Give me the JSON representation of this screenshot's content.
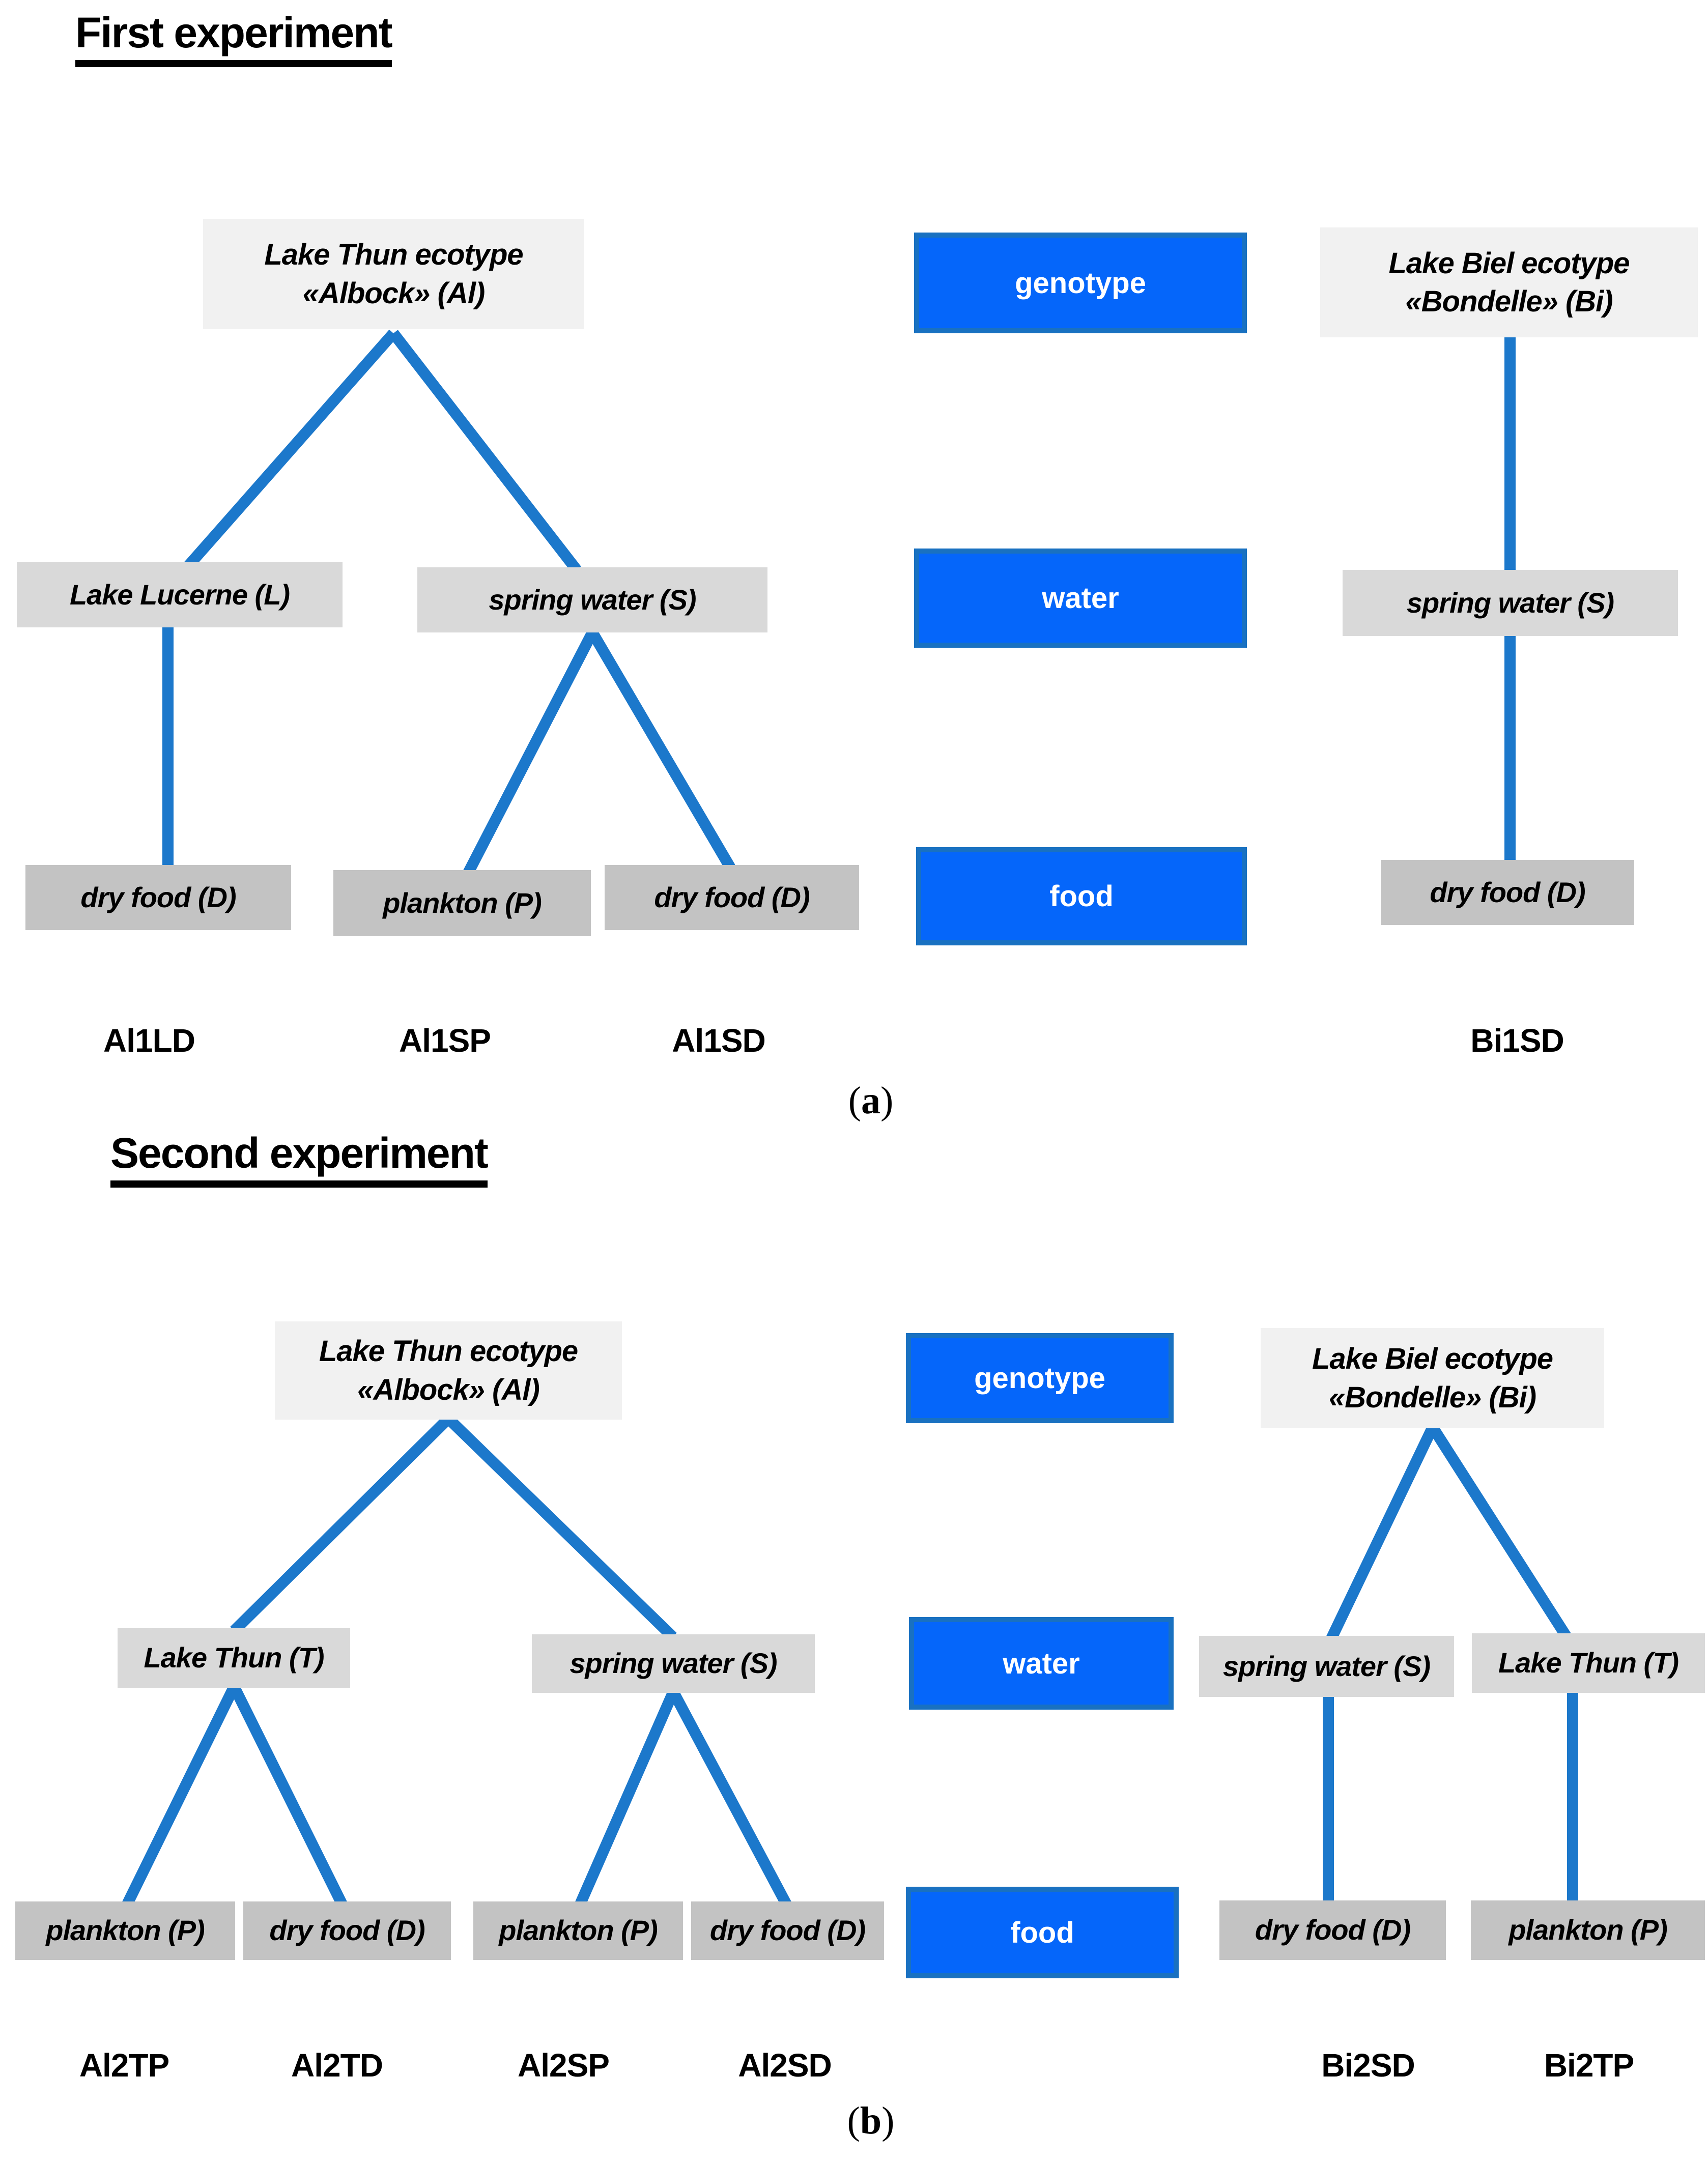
{
  "page": {
    "experiment1": {
      "heading": "First experiment",
      "caption": {
        "open": "(",
        "letter": "a",
        "close": ")"
      },
      "legend": {
        "genotype": "genotype",
        "water": "water",
        "food": "food"
      },
      "al_tree": {
        "root": "Lake Thun ecotype «Albock» (Al)",
        "water_left": "Lake Lucerne (L)",
        "water_right": "spring water (S)",
        "food_1": "dry food (D)",
        "food_2": "plankton (P)",
        "food_3": "dry food (D)",
        "label_1": "Al1LD",
        "label_2": "Al1SP",
        "label_3": "Al1SD"
      },
      "bi_tree": {
        "root": "Lake Biel ecotype «Bondelle» (Bi)",
        "water": "spring water (S)",
        "food": "dry food (D)",
        "label": "Bi1SD"
      }
    },
    "experiment2": {
      "heading": "Second experiment",
      "caption": {
        "open": "(",
        "letter": "b",
        "close": ")"
      },
      "legend": {
        "genotype": "genotype",
        "water": "water",
        "food": "food"
      },
      "al_tree": {
        "root": "Lake Thun ecotype «Albock» (Al)",
        "water_left": "Lake Thun (T)",
        "water_right": "spring water (S)",
        "food_1": "plankton (P)",
        "food_2": "dry food (D)",
        "food_3": "plankton (P)",
        "food_4": "dry food (D)",
        "label_1": "Al2TP",
        "label_2": "Al2TD",
        "label_3": "Al2SP",
        "label_4": "Al2SD"
      },
      "bi_tree": {
        "root": "Lake Biel ecotype «Bondelle» (Bi)",
        "water_left": "spring water (S)",
        "water_right": "Lake Thun (T)",
        "food_left": "dry food (D)",
        "food_right": "plankton (P)",
        "label_left": "Bi2SD",
        "label_right": "Bi2TP"
      }
    },
    "colors": {
      "line_blue": "#1C78CB",
      "legend_fill": "#0566FA",
      "legend_border": "#1971C1",
      "node_gray_light": "#F1F1F1",
      "node_gray_mid": "#D9D9D9",
      "node_gray_dark": "#C3C3C3"
    }
  }
}
